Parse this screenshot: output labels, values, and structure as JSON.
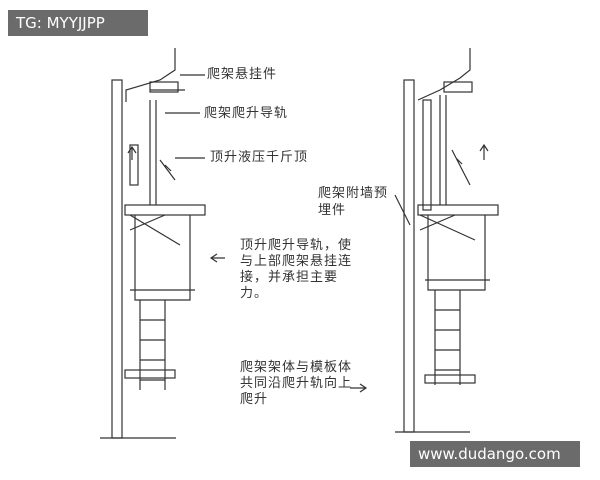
{
  "watermarks": {
    "top_left": "TG: MYYJJPP",
    "bottom_right": "www.dudango.com"
  },
  "labels": {
    "hanger": "爬架悬挂件",
    "guide_rail": "爬架爬升导轨",
    "jack": "顶升液压千斤顶",
    "embedded": "爬架附墙预埋件",
    "note_lift": "顶升爬升导轨，使与上部爬架悬挂连接，并承担主要力。",
    "note_climb": "爬架架体与模板体共同沿爬升轨向上爬升"
  },
  "colors": {
    "line": "#333333",
    "watermark_bg": "#6b6b6b"
  }
}
